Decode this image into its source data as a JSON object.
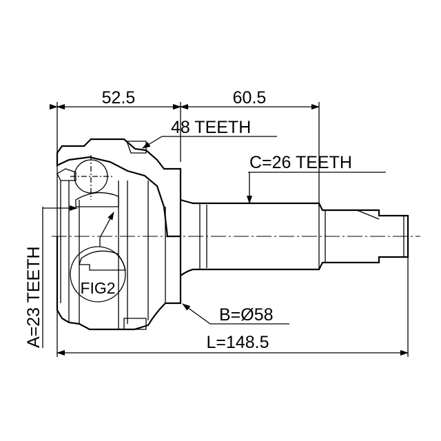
{
  "dimensions": {
    "width_left": "52.5",
    "width_right": "60.5",
    "total_length": "L=148.5"
  },
  "labels": {
    "outer_teeth": "48 TEETH",
    "spline_c": "C=26 TEETH",
    "spline_a": "A=23 TEETH",
    "diameter_b": "B=Ø58",
    "figure_ref": "FIG2"
  },
  "colors": {
    "line": "#000000",
    "background": "#ffffff"
  }
}
